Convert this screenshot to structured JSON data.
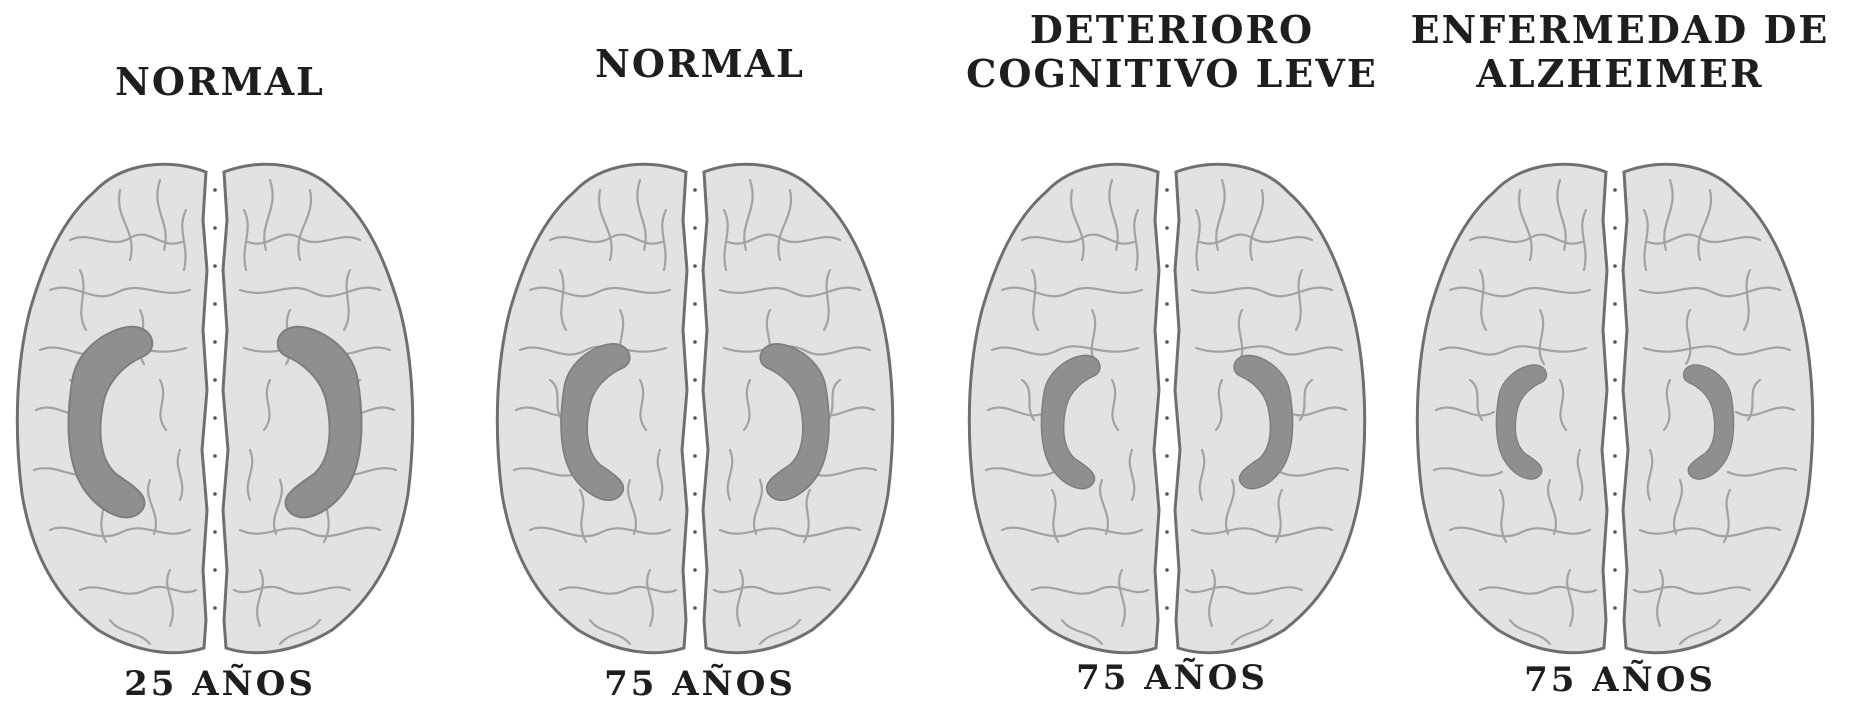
{
  "colors": {
    "brain_fill": "#e2e2e2",
    "brain_outline": "#6f6f6f",
    "fold_lines": "#a2a2a2",
    "hippocampus": "#8f8f8f",
    "text": "#1e1e1e"
  },
  "panels": [
    {
      "title": [
        "NORMAL"
      ],
      "age": "25 AÑOS",
      "hippocampus_size": "large"
    },
    {
      "title": [
        "NORMAL"
      ],
      "age": "75 AÑOS",
      "hippocampus_size": "medium"
    },
    {
      "title": [
        "DETERIORO",
        "COGNITIVO LEVE"
      ],
      "age": "75 AÑOS",
      "hippocampus_size": "small"
    },
    {
      "title": [
        "ENFERMEDAD DE",
        "ALZHEIMER"
      ],
      "age": "75 AÑOS",
      "hippocampus_size": "smallest"
    }
  ]
}
